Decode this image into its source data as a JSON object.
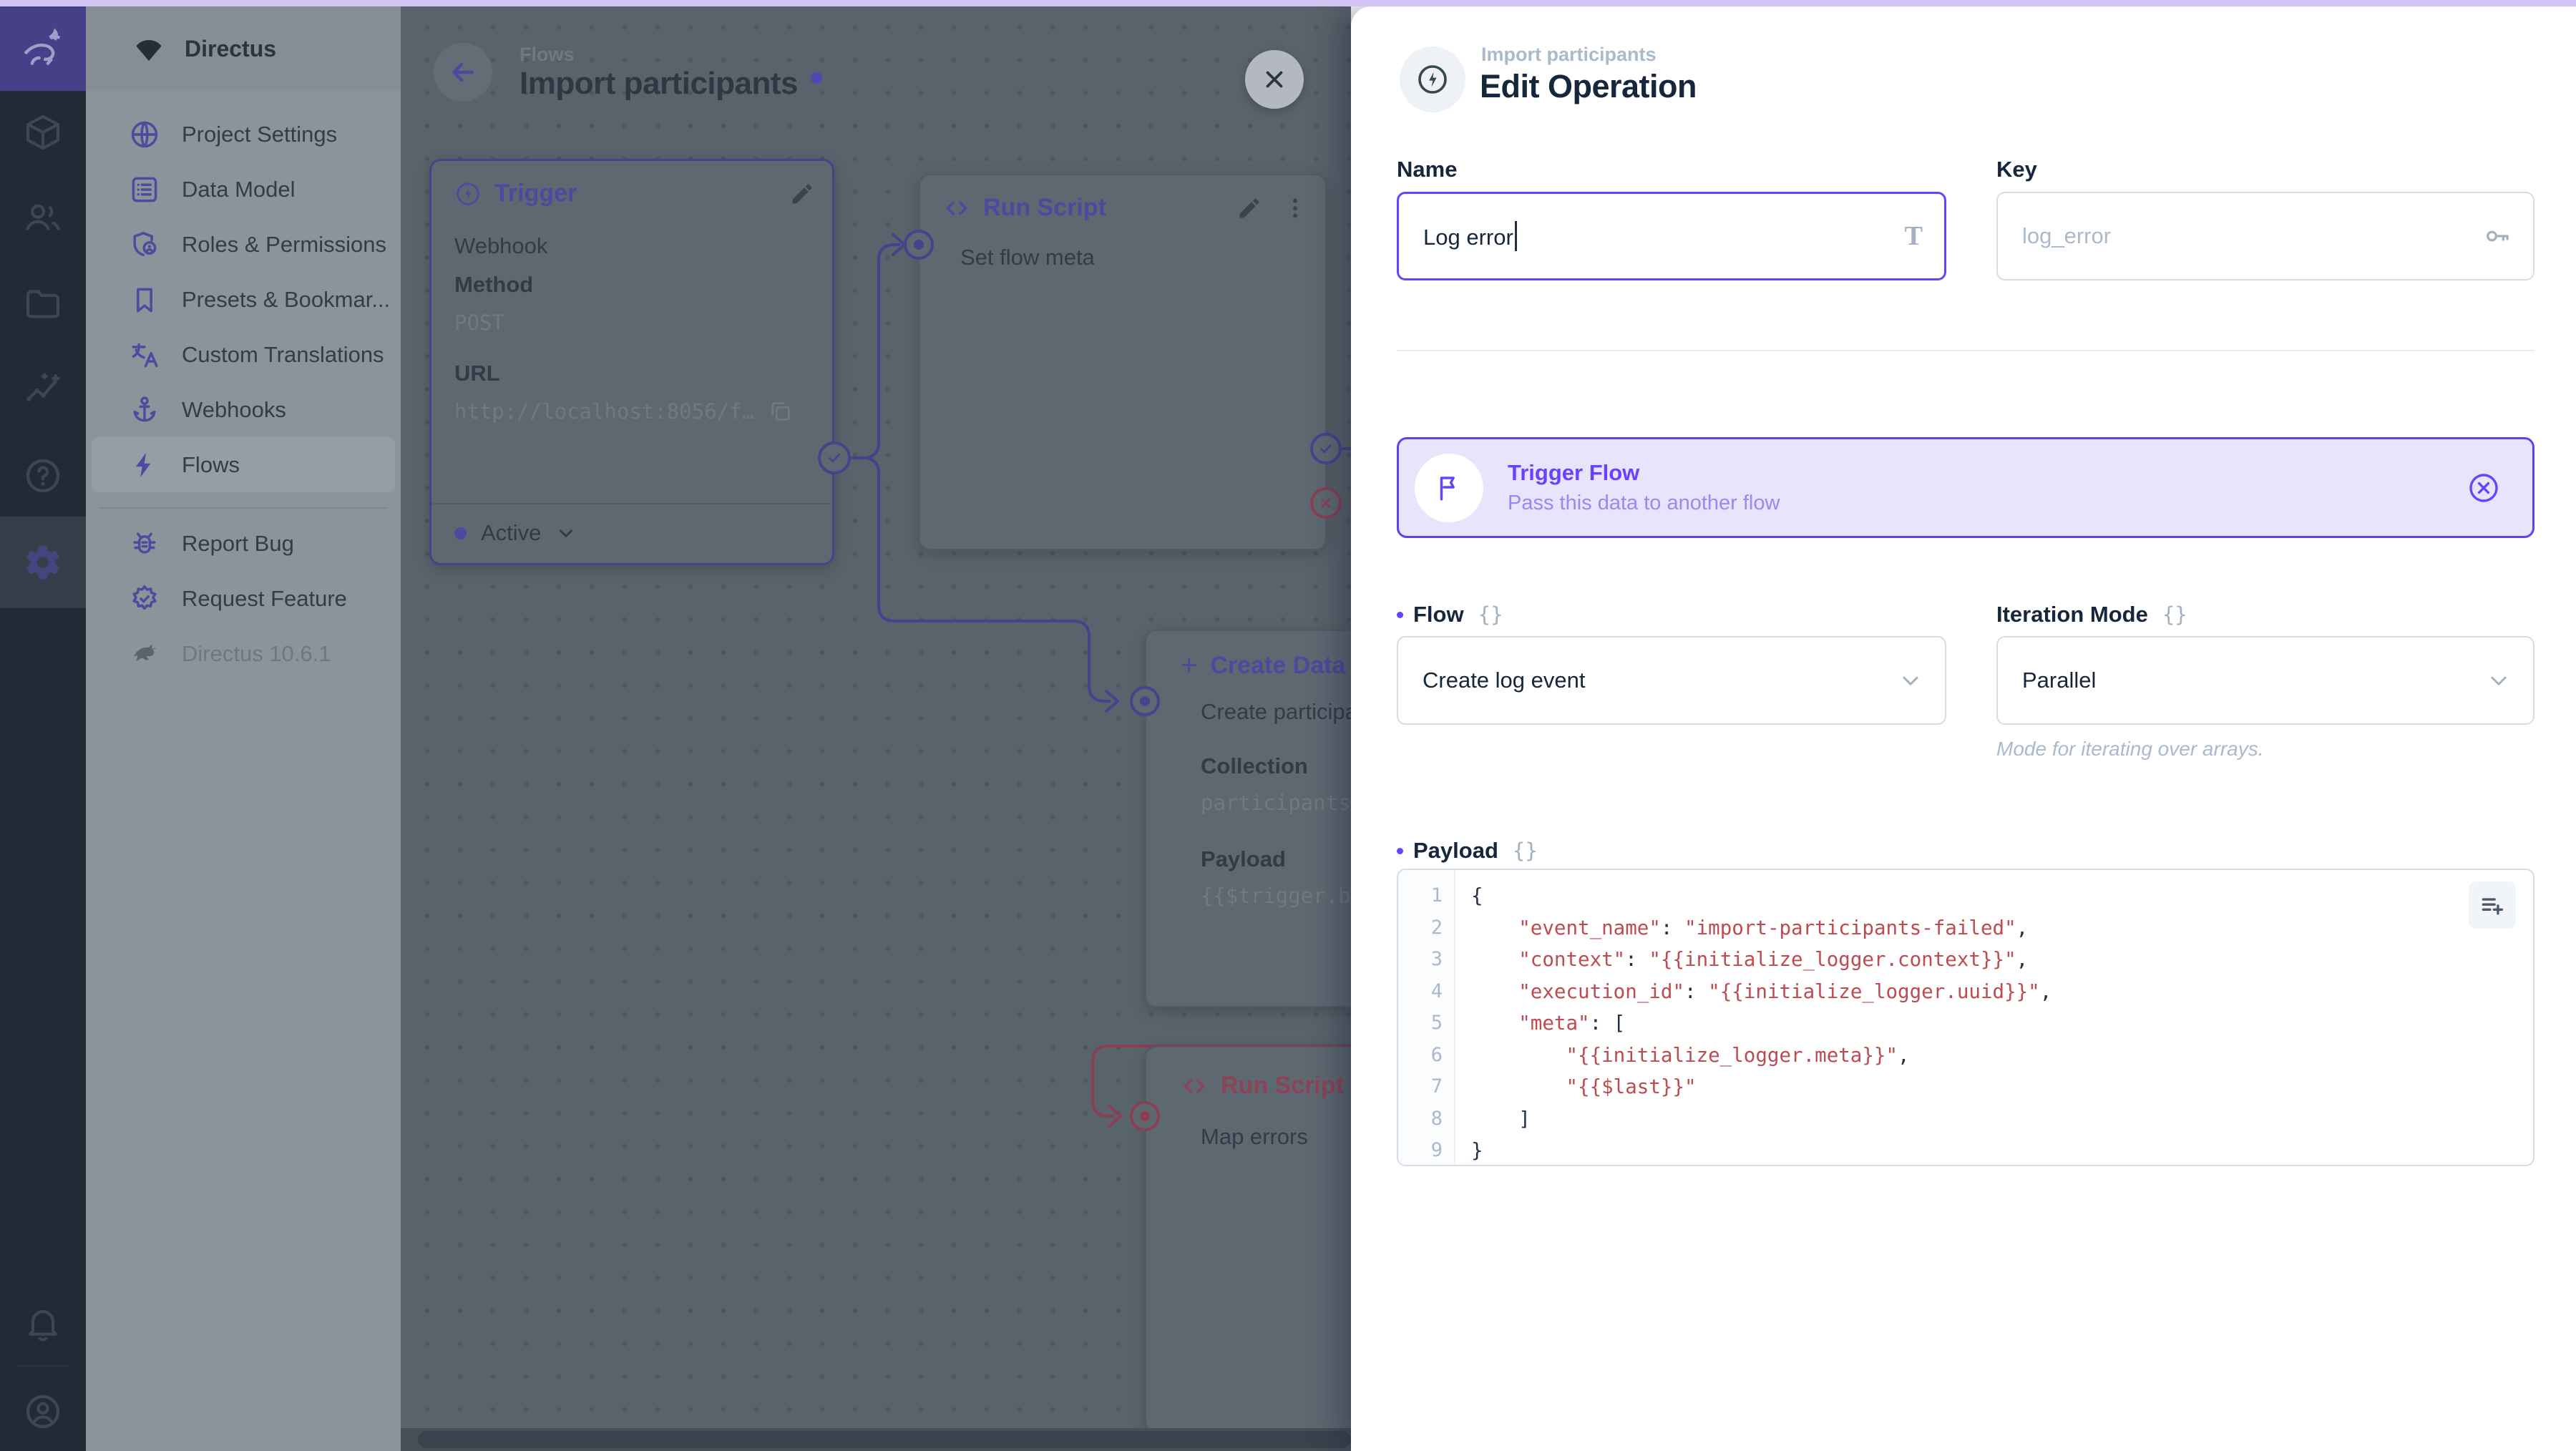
{
  "colors": {
    "accent": "#6644ff",
    "accent_light_bg": "#e9e4fb",
    "code_string": "#bf4a4f",
    "scrim_canvas": "#59636b",
    "module_bar": "#202b37",
    "save_button": "#6644ff",
    "error_path": "#8a3f53",
    "resolve_path": "#46438d"
  },
  "sidebar": {
    "project_name": "Directus",
    "items": [
      {
        "label": "Project Settings",
        "icon": "globe-icon"
      },
      {
        "label": "Data Model",
        "icon": "list-alt-icon"
      },
      {
        "label": "Roles & Permissions",
        "icon": "shield-person-icon"
      },
      {
        "label": "Presets & Bookmar...",
        "icon": "bookmark-icon"
      },
      {
        "label": "Custom Translations",
        "icon": "translate-icon"
      },
      {
        "label": "Webhooks",
        "icon": "anchor-icon"
      },
      {
        "label": "Flows",
        "icon": "bolt-icon"
      }
    ],
    "footer_items": [
      {
        "label": "Report Bug",
        "icon": "bug-icon"
      },
      {
        "label": "Request Feature",
        "icon": "badge-check-icon"
      }
    ],
    "version": "Directus 10.6.1"
  },
  "module_bar": {
    "icons": [
      "box-icon",
      "people-icon",
      "folder-icon",
      "insights-icon",
      "help-icon",
      "gear-icon",
      "bell-icon",
      "account-icon"
    ],
    "active": "gear-icon"
  },
  "canvas": {
    "breadcrumb": "Flows",
    "title": "Import participants",
    "trigger_panel": {
      "header": "Trigger",
      "type": "Webhook",
      "method_label": "Method",
      "method_value": "POST",
      "url_label": "URL",
      "url_value": "http://localhost:8056/f…",
      "status": "Active"
    },
    "script_panel_1": {
      "header": "Run Script",
      "name": "Set flow meta"
    },
    "create_panel": {
      "plus_glyph": "+",
      "header": "Create Data",
      "name": "Create participant",
      "collection_label": "Collection",
      "collection_value": "participants",
      "payload_label": "Payload",
      "payload_value": "{{$trigger.bod"
    },
    "script_panel_2": {
      "header": "Run Script",
      "name": "Map errors"
    }
  },
  "drawer": {
    "breadcrumb": "Import participants",
    "title": "Edit Operation",
    "name_field": {
      "label": "Name",
      "value": "Log error",
      "type_glyph": "T"
    },
    "key_field": {
      "label": "Key",
      "value": "log_error"
    },
    "operation_card": {
      "title": "Trigger Flow",
      "subtitle": "Pass this data to another flow"
    },
    "flow_field": {
      "label": "Flow",
      "value": "Create log event",
      "raw_glyph": "{}"
    },
    "iteration_field": {
      "label": "Iteration Mode",
      "value": "Parallel",
      "raw_glyph": "{}",
      "note": "Mode for iterating over arrays."
    },
    "payload": {
      "label": "Payload",
      "raw_glyph": "{}",
      "lines": [
        [
          [
            "p",
            "{"
          ]
        ],
        [
          [
            "p",
            "    "
          ],
          [
            "s",
            "\"event_name\""
          ],
          [
            "p",
            ": "
          ],
          [
            "s",
            "\"import-participants-failed\""
          ],
          [
            "p",
            ","
          ]
        ],
        [
          [
            "p",
            "    "
          ],
          [
            "s",
            "\"context\""
          ],
          [
            "p",
            ": "
          ],
          [
            "s",
            "\"{{initialize_logger.context}}\""
          ],
          [
            "p",
            ","
          ]
        ],
        [
          [
            "p",
            "    "
          ],
          [
            "s",
            "\"execution_id\""
          ],
          [
            "p",
            ": "
          ],
          [
            "s",
            "\"{{initialize_logger.uuid}}\""
          ],
          [
            "p",
            ","
          ]
        ],
        [
          [
            "p",
            "    "
          ],
          [
            "s",
            "\"meta\""
          ],
          [
            "p",
            ": ["
          ]
        ],
        [
          [
            "p",
            "        "
          ],
          [
            "s",
            "\"{{initialize_logger.meta}}\""
          ],
          [
            "p",
            ","
          ]
        ],
        [
          [
            "p",
            "        "
          ],
          [
            "s",
            "\"{{$last}}\""
          ]
        ],
        [
          [
            "p",
            "    ]"
          ]
        ],
        [
          [
            "p",
            "}"
          ]
        ]
      ]
    }
  }
}
